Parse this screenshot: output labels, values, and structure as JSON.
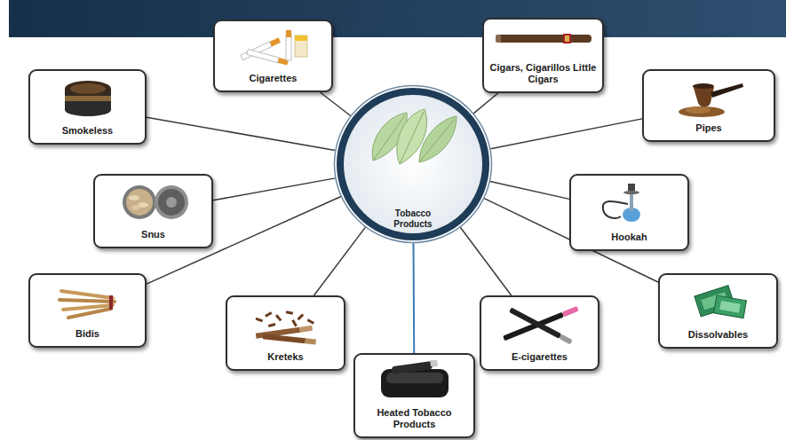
{
  "diagram": {
    "nodes": [
      {
        "text": [
          "Tobacco Products"
        ]
      },
      {
        "text": [
          "Cigarettes"
        ]
      },
      {
        "text": [
          "Cigars, Cigarillos Little Cigars"
        ]
      },
      {
        "text": [
          "Smokeless"
        ]
      },
      {
        "text": [
          "Pipes"
        ]
      },
      {
        "text": [
          "Snus"
        ]
      },
      {
        "text": [
          "Hookah"
        ]
      },
      {
        "text": [
          "Bidis"
        ]
      },
      {
        "text": [
          "Dissolvables"
        ]
      },
      {
        "text": [
          "Kreteks"
        ]
      },
      {
        "text": [
          "E-cigarettes"
        ]
      },
      {
        "text": [
          "Heated Tobacco Products"
        ]
      }
    ],
    "edges": [
      {
        "from": 0,
        "to": 1,
        "arrow": "none"
      },
      {
        "from": 0,
        "to": 2,
        "arrow": "none"
      },
      {
        "from": 0,
        "to": 3,
        "arrow": "none"
      },
      {
        "from": 0,
        "to": 4,
        "arrow": "none"
      },
      {
        "from": 0,
        "to": 5,
        "arrow": "none"
      },
      {
        "from": 0,
        "to": 6,
        "arrow": "none"
      },
      {
        "from": 0,
        "to": 7,
        "arrow": "none"
      },
      {
        "from": 0,
        "to": 8,
        "arrow": "none"
      },
      {
        "from": 0,
        "to": 9,
        "arrow": "none"
      },
      {
        "from": 0,
        "to": 10,
        "arrow": "none"
      },
      {
        "from": 0,
        "to": 11,
        "arrow": "none"
      }
    ]
  }
}
